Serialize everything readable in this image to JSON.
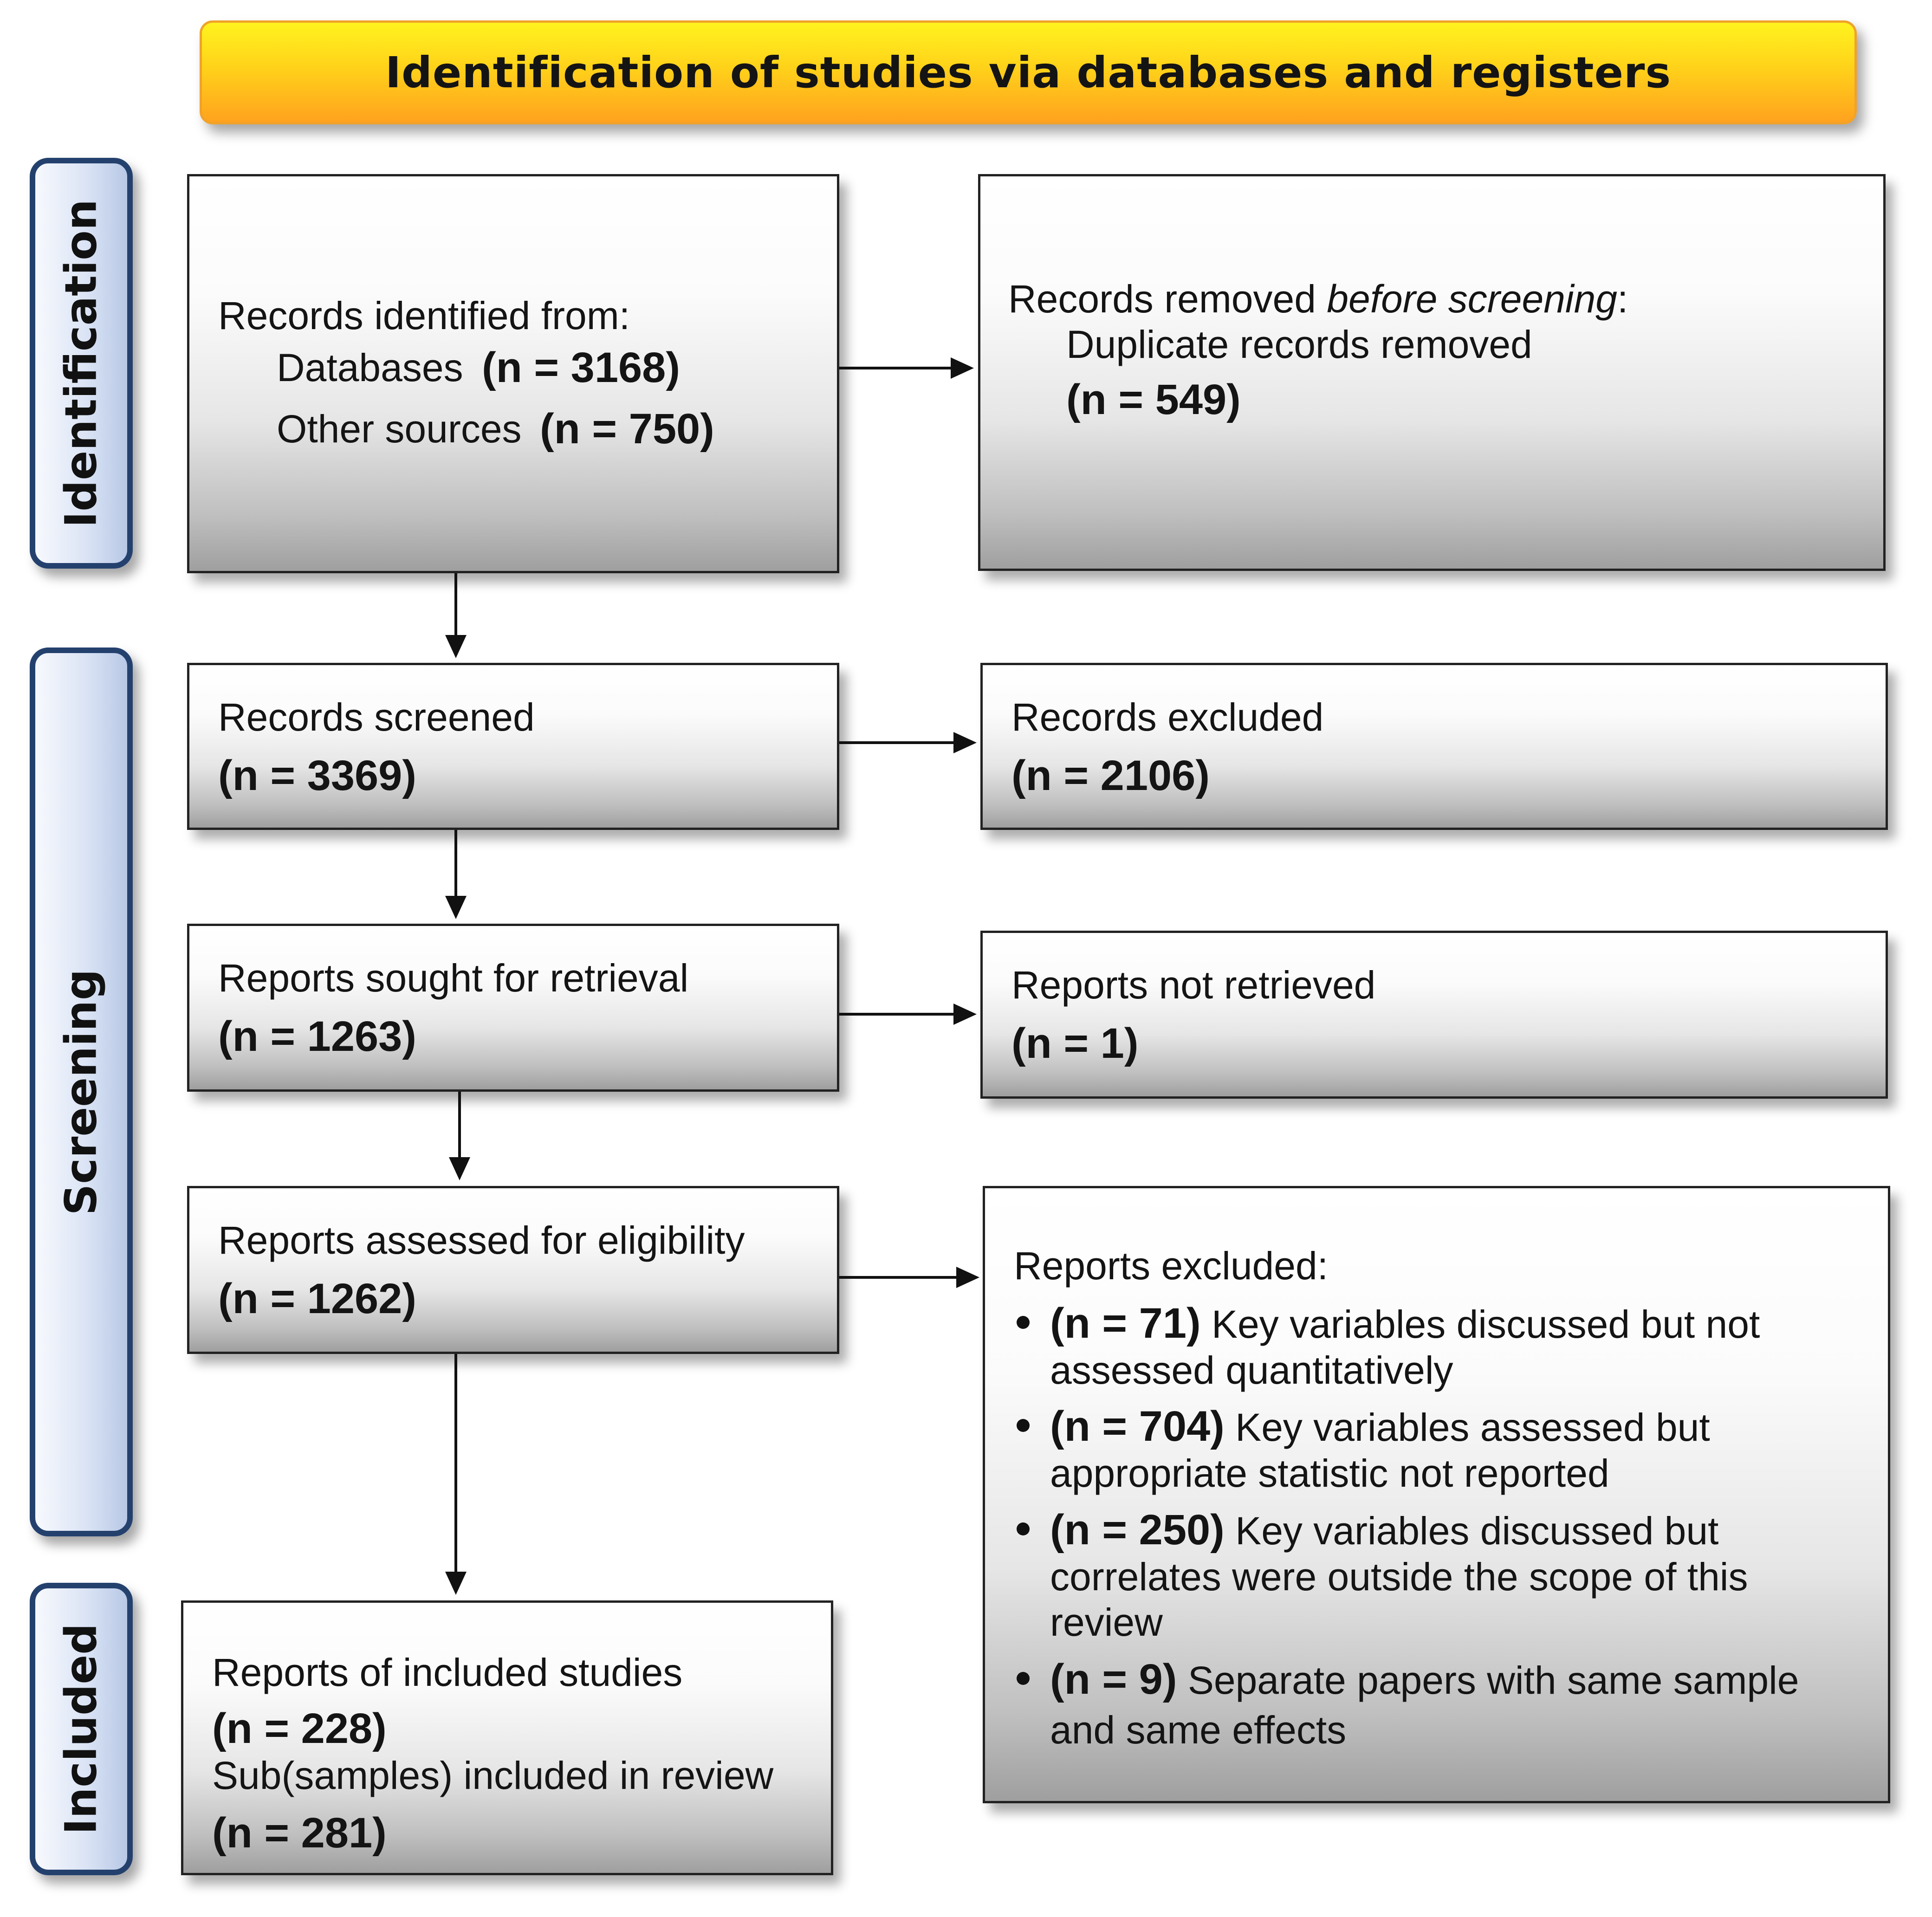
{
  "header": {
    "title": "Identification of studies via databases and registers"
  },
  "stages": {
    "identification": "Identification",
    "screening": "Screening",
    "included": "Included"
  },
  "identified": {
    "title": "Records identified from:",
    "databases_label": "Databases",
    "databases_n": "(n = 3168)",
    "other_label": "Other sources",
    "other_n": "(n = 750)"
  },
  "removed": {
    "title_prefix": "Records removed",
    "title_italic": "before screening",
    "title_suffix": ":",
    "line2": "Duplicate records removed",
    "n": "(n = 549)"
  },
  "screened": {
    "title": "Records screened",
    "n": "(n = 3369)"
  },
  "excluded": {
    "title": "Records excluded",
    "n": "(n = 2106)"
  },
  "sought": {
    "title": "Reports sought for retrieval",
    "n": "(n = 1263)"
  },
  "not_retrieved": {
    "title": "Reports not retrieved",
    "n": "(n = 1)"
  },
  "assessed": {
    "title": "Reports assessed for eligibility",
    "n": "(n = 1262)"
  },
  "reports_excluded": {
    "title": "Reports excluded:",
    "items": [
      {
        "n": "(n = 71)",
        "line1": "Key variables discussed but not",
        "line2": "assessed quantitatively",
        "line3": ""
      },
      {
        "n": "(n = 704)",
        "line1": "Key variables assessed but",
        "line2": "appropriate statistic not reported",
        "line3": ""
      },
      {
        "n": "(n = 250)",
        "line1": "Key variables discussed but",
        "line2": "correlates were  outside the scope of this",
        "line3": "review"
      },
      {
        "n": "(n = 9)",
        "line1": "Separate papers with same sample",
        "line2": "and same effects",
        "line3": ""
      }
    ]
  },
  "included": {
    "title": "Reports of included studies",
    "n": "(n = 228)",
    "sub_title": "Sub(samples) included in review",
    "sub_n": "(n = 281)"
  }
}
